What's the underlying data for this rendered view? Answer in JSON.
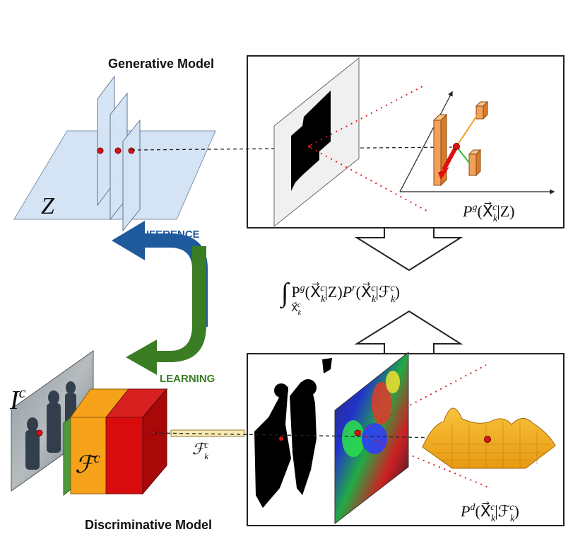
{
  "generative": {
    "title": "Generative Model",
    "ground_symbol": "Z",
    "prob_base": "P",
    "prob_sup": "g",
    "prob_args": "(X⃗",
    "prob_sub": "k",
    "prob_sup2": "c",
    "prob_tail": "|Z)"
  },
  "discriminative": {
    "title": "Discriminative Model",
    "image_symbol": "I",
    "image_sup": "c",
    "feature_symbol": "ℱ",
    "feature_sup": "c",
    "vector_symbol": "ℱ",
    "vector_sup": "c",
    "vector_sub": "k",
    "prob_base": "P",
    "prob_sup": "d",
    "prob_args": "(X⃗",
    "prob_sub": "k",
    "prob_sup2": "c",
    "prob_tail": "|ℱ",
    "prob_tail_sub": "k",
    "prob_tail_sup": "c",
    "prob_close": ")"
  },
  "loop": {
    "inference_label": "INFERENCE",
    "learning_label": "LEARNING",
    "inference_color": "#1f5a9c",
    "learning_color": "#3a7d25"
  },
  "integral": {
    "sign": "∫",
    "lower": "X⃗",
    "lower_sub": "k",
    "lower_sup": "c",
    "term1": "P",
    "term1_sup": "g",
    "term1_args": "(X⃗",
    "term1_sub": "k",
    "term1_sup2": "c",
    "term1_tail": "|Z)",
    "term2": "P",
    "term2_sup": "r",
    "term2_args": "(X⃗",
    "term2_sub": "k",
    "term2_sup2": "c",
    "term2_tail": "|ℱ",
    "term2_tail_sub": "k",
    "term2_tail_sup": "c",
    "term2_close": ")"
  },
  "colors": {
    "plane_fill": "#d4e4f5",
    "block_orange": "#f7a21b",
    "block_red": "#d80c0c",
    "block_green": "#4c9a3a",
    "vector_fill": "#fbeab0",
    "point_red": "#e01010",
    "dotted_red": "#e02020"
  }
}
